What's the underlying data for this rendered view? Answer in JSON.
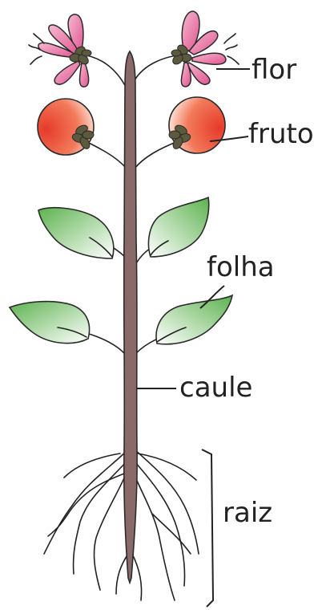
{
  "labels": {
    "flower": "flor",
    "fruit": "fruto",
    "leaf": "folha",
    "stem": "caule",
    "root": "raiz"
  },
  "colors": {
    "stem": "#8a6a68",
    "stem_outline": "#2b2b2b",
    "leaf_dark": "#5db24f",
    "leaf_light": "#ffffff",
    "fruit_dark": "#e63a2a",
    "fruit_light": "#fff6f2",
    "petal": "#e0548f",
    "petal_light": "#f6b9d1",
    "sepal": "#5b5a3e",
    "ink": "#222222"
  }
}
